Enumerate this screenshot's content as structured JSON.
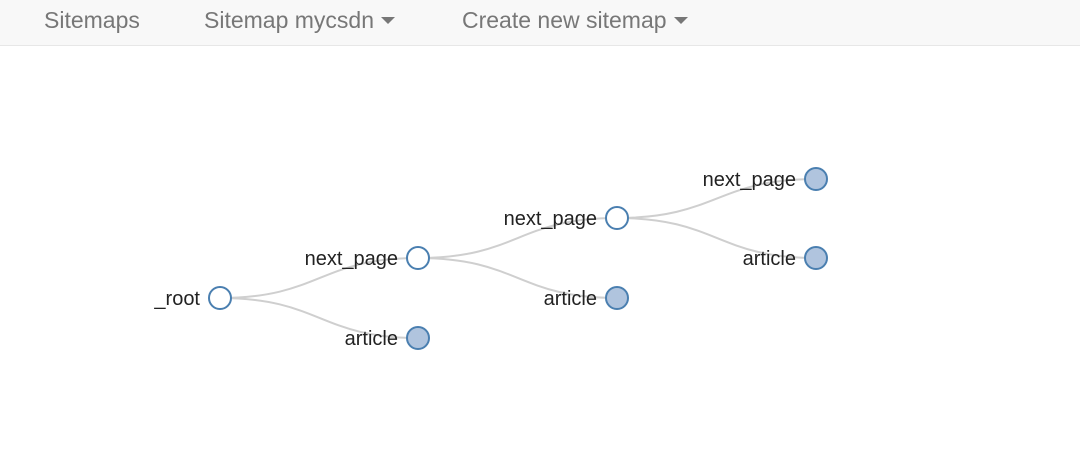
{
  "navbar": {
    "items": [
      {
        "label": "Sitemaps",
        "dropdown": false
      },
      {
        "label": "Sitemap mycsdn",
        "dropdown": true
      },
      {
        "label": "Create new sitemap",
        "dropdown": true
      }
    ]
  },
  "selector_graph": {
    "nodes": [
      {
        "label": "_root",
        "expanded": true
      },
      {
        "label": "next_page",
        "expanded": true
      },
      {
        "label": "article",
        "expanded": false
      },
      {
        "label": "next_page",
        "expanded": true
      },
      {
        "label": "article",
        "expanded": false
      },
      {
        "label": "next_page",
        "expanded": false
      },
      {
        "label": "article",
        "expanded": false
      }
    ]
  },
  "colors": {
    "node_stroke": "#4a7fb0",
    "leaf_fill": "#b0c4de",
    "link": "#cfcfcf",
    "nav_text": "#777777"
  }
}
